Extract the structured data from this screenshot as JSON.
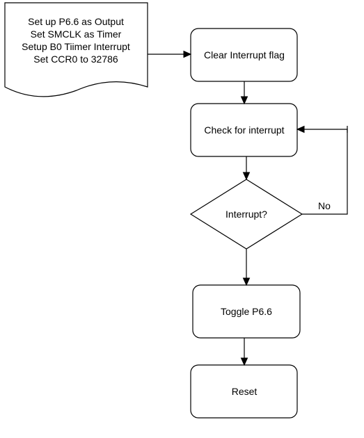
{
  "nodes": {
    "setup_document": {
      "lines": [
        "Set up P6.6 as Output",
        "Set SMCLK as Timer",
        "Setup B0 Tiimer Interrupt",
        "Set CCR0 to 32786"
      ]
    },
    "clear_flag": {
      "label": "Clear Interrupt flag"
    },
    "check_interrupt": {
      "label": "Check for interrupt"
    },
    "interrupt_decision": {
      "label": "Interrupt?"
    },
    "toggle": {
      "label": "Toggle P6.6"
    },
    "reset": {
      "label": "Reset"
    }
  },
  "edges": {
    "no_loop": {
      "label": "No"
    }
  },
  "colors": {
    "stroke": "#000000",
    "fill": "#ffffff",
    "background": "#ffffff"
  }
}
